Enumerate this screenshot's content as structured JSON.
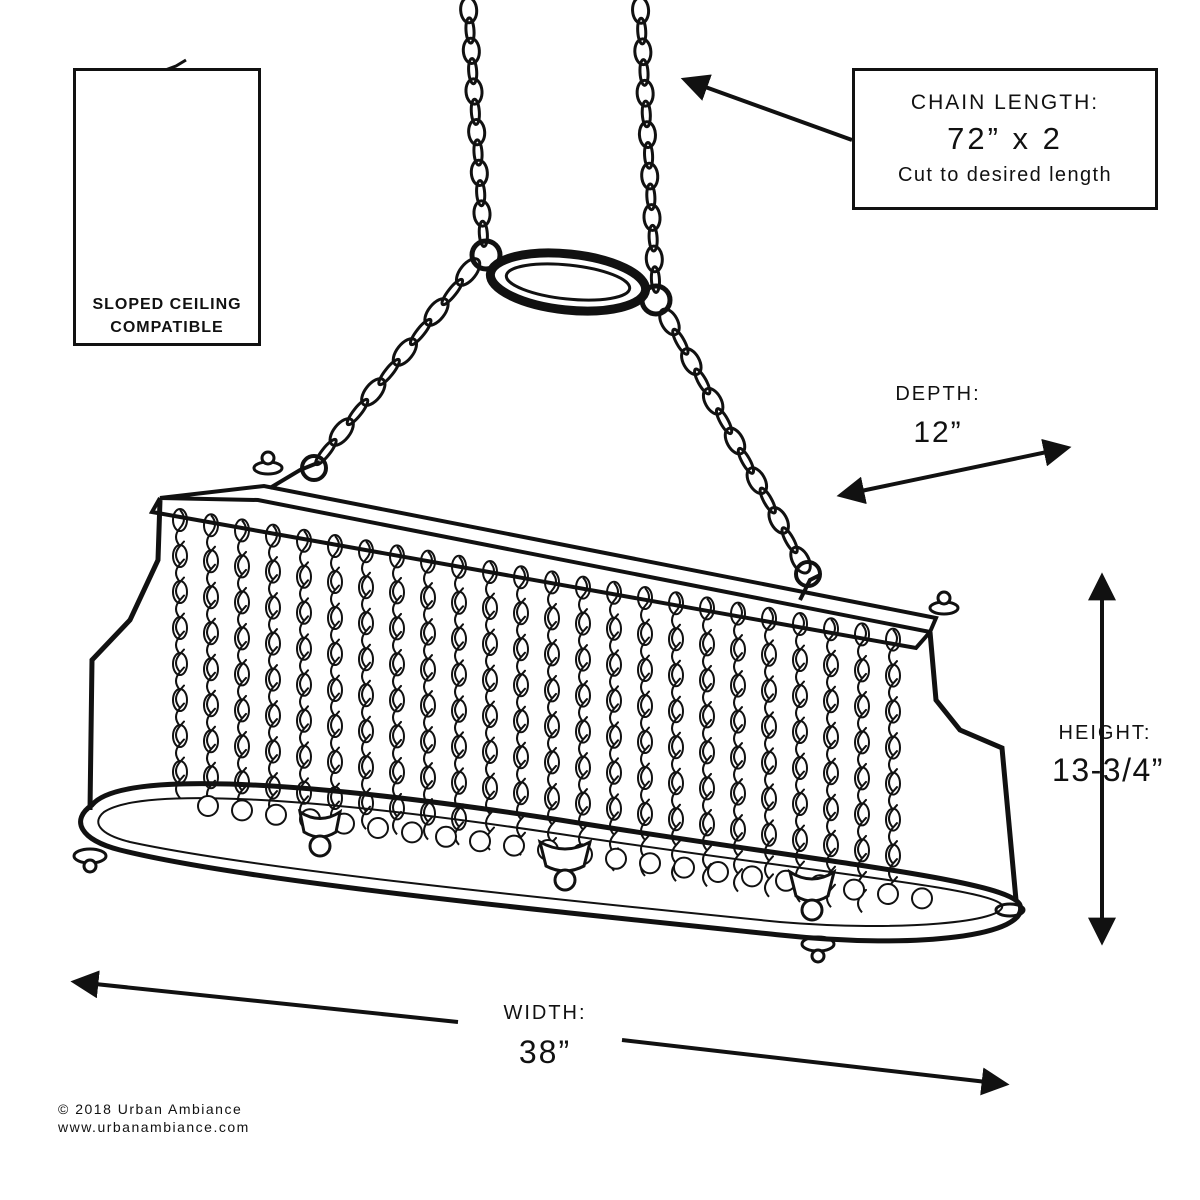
{
  "chain": {
    "title": "CHAIN LENGTH:",
    "value": "72” x 2",
    "note": "Cut to desired length"
  },
  "sloped_ceiling": {
    "label": "SLOPED CEILING COMPATIBLE"
  },
  "dimensions": {
    "depth": {
      "title": "DEPTH:",
      "value": "12”"
    },
    "height": {
      "title": "HEIGHT:",
      "value": "13-3/4”"
    },
    "width": {
      "title": "WIDTH:",
      "value": "38”"
    }
  },
  "footer": {
    "copyright": "© 2018 Urban Ambiance",
    "website": "www.urbanambiance.com"
  }
}
